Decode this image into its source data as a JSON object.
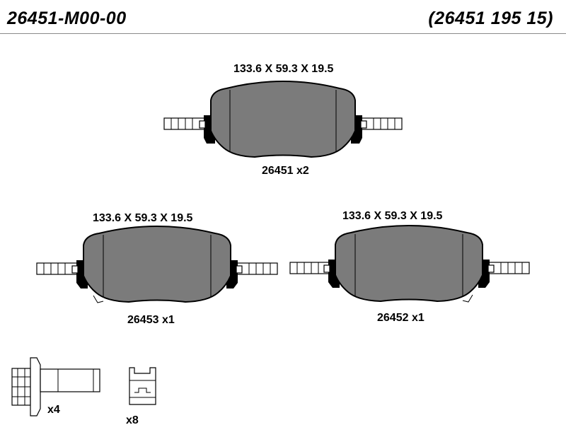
{
  "header": {
    "part_number": "26451-M00-00",
    "alt_number": "(26451 195 15)"
  },
  "pads": [
    {
      "dimensions": "133.6 X 59.3 X 19.5",
      "caption": "26451 x2"
    },
    {
      "dimensions": "133.6 X 59.3 X 19.5",
      "caption": "26453 x1"
    },
    {
      "dimensions": "133.6 X 59.3 X 19.5",
      "caption": "26452 x1"
    }
  ],
  "accessories": {
    "bolt_qty": "x4",
    "clip_qty": "x8"
  },
  "colors": {
    "pad_fill": "#7b7b7b",
    "outline": "#000000",
    "rule": "#8a8a8a"
  }
}
